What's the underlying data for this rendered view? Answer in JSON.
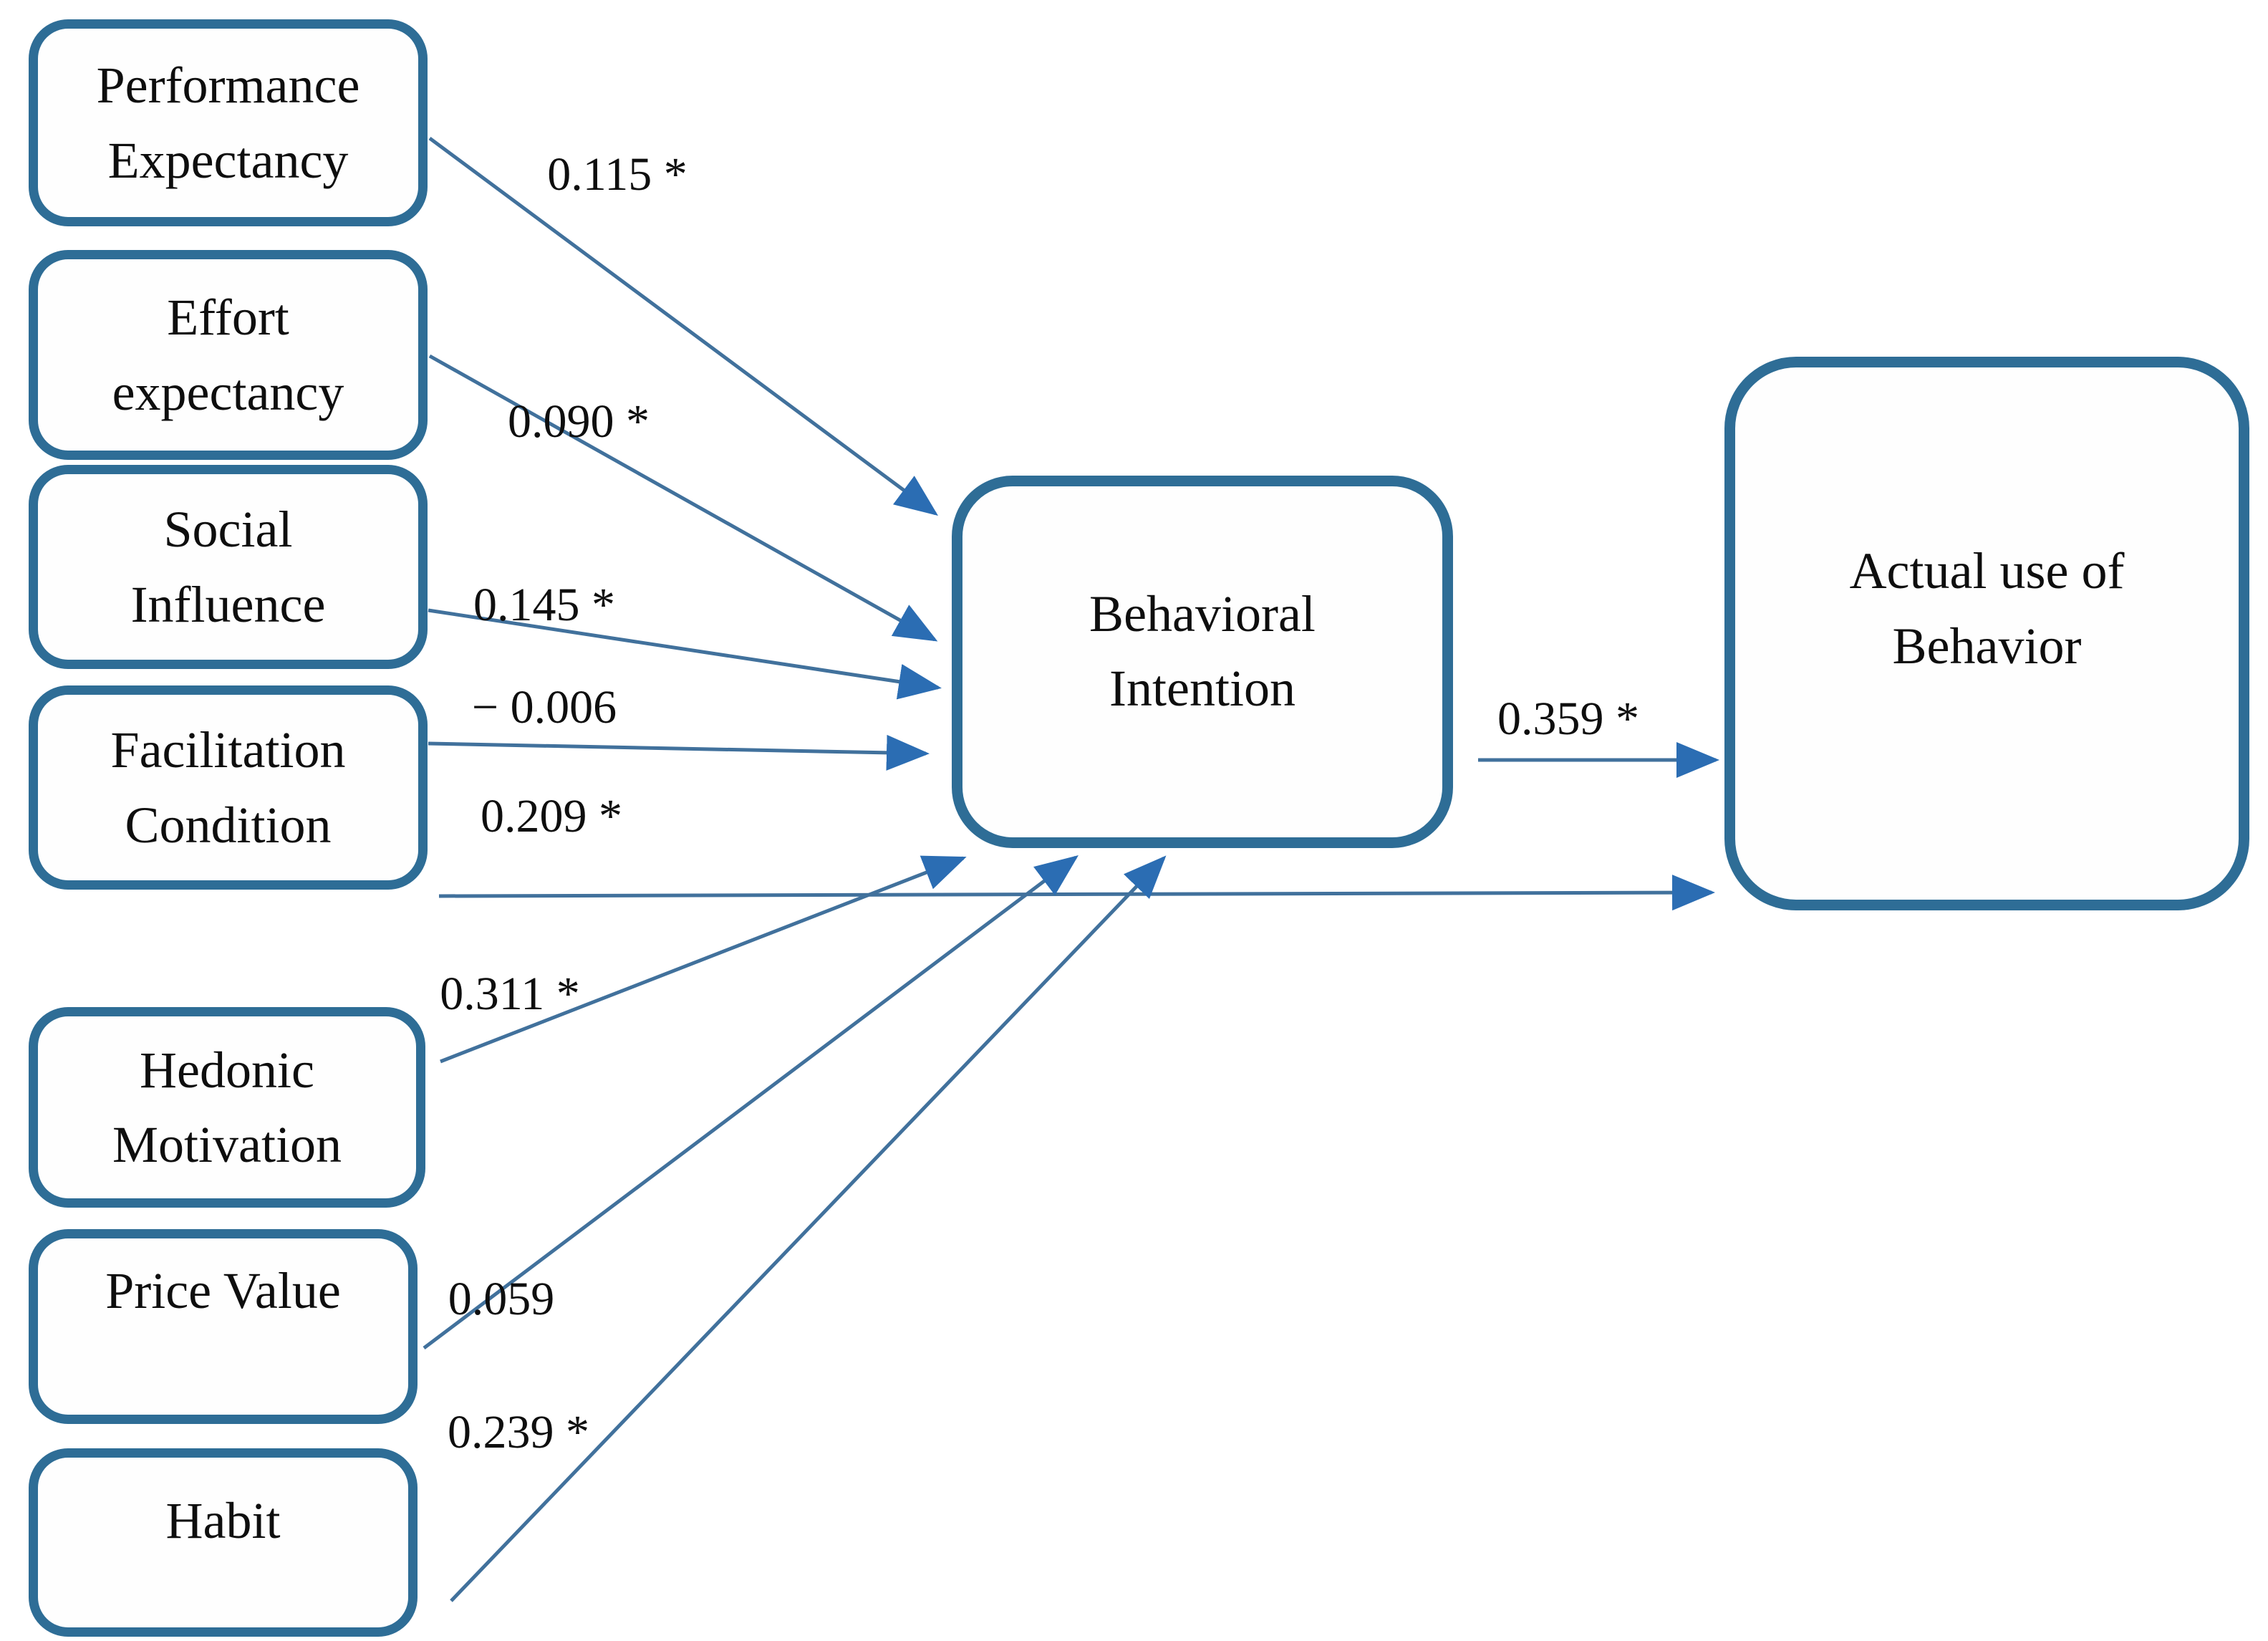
{
  "diagram": {
    "title": "UTAUT2 structural model path diagram",
    "colors": {
      "background_color": "#ffffff",
      "box_border_color": "#2e6d96",
      "line_color": "#41719c",
      "arrowhead_color": "#2b6db3",
      "text_color": "#0e0e0e"
    },
    "nodes": [
      {
        "id": "performance-expectancy",
        "line1": "Performance",
        "line2": "Expectancy"
      },
      {
        "id": "effort-expectancy",
        "line1": "Effort",
        "line2": "expectancy"
      },
      {
        "id": "social-influence",
        "line1": "Social",
        "line2": "Influence"
      },
      {
        "id": "facilitation-condition",
        "line1": "Facilitation",
        "line2": "Condition"
      },
      {
        "id": "hedonic-motivation",
        "line1": "Hedonic",
        "line2": "Motivation"
      },
      {
        "id": "price-value",
        "line1": "Price Value",
        "line2": ""
      },
      {
        "id": "habit",
        "line1": "Habit",
        "line2": ""
      },
      {
        "id": "behavioral-intention",
        "line1": "Behavioral",
        "line2": "Intention"
      },
      {
        "id": "actual-use-of-behavior",
        "line1": "Actual use of",
        "line2": "Behavior"
      }
    ],
    "paths": [
      {
        "from": "Performance Expectancy",
        "to": "Behavioral Intention",
        "label": "0.115 *"
      },
      {
        "from": "Effort expectancy",
        "to": "Behavioral Intention",
        "label": "0.090 *"
      },
      {
        "from": "Social Influence",
        "to": "Behavioral Intention",
        "label": "0.145 *"
      },
      {
        "from": "Facilitation Condition",
        "to": "Behavioral Intention",
        "label": "− 0.006"
      },
      {
        "from": "Facilitation Condition",
        "to": "Actual use of Behavior",
        "label": "0.209 *"
      },
      {
        "from": "Hedonic Motivation",
        "to": "Behavioral Intention",
        "label": "0.311 *"
      },
      {
        "from": "Price Value",
        "to": "Behavioral Intention",
        "label": "0.059"
      },
      {
        "from": "Habit",
        "to": "Behavioral Intention",
        "label": "0.239 *"
      },
      {
        "from": "Behavioral Intention",
        "to": "Actual use of Behavior",
        "label": "0.359 *"
      }
    ]
  }
}
